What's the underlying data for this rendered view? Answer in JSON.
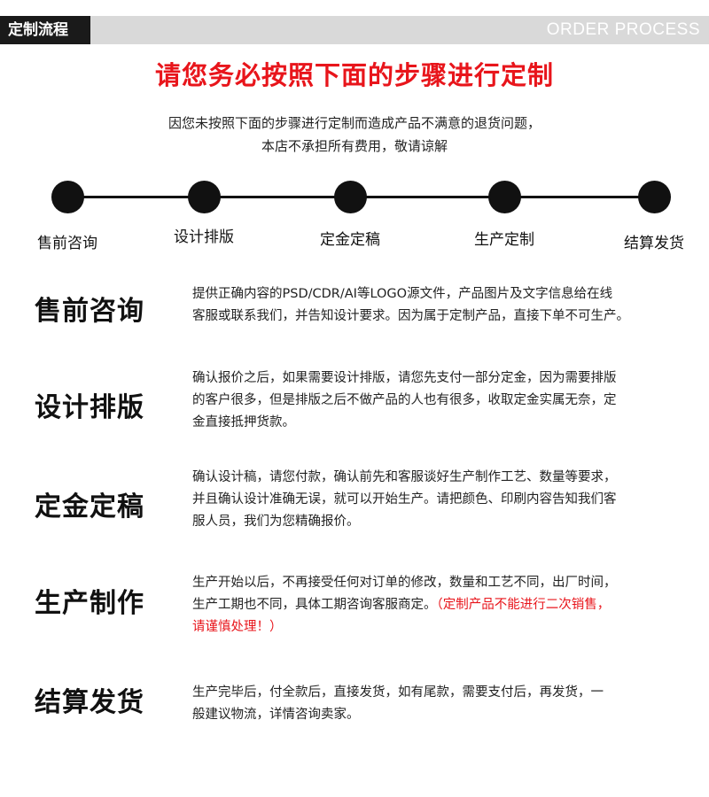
{
  "header": {
    "label": "定制流程",
    "english": "ORDER PROCESS"
  },
  "title": "请您务必按照下面的步骤进行定制",
  "notice": {
    "line1": "因您未按照下面的步骤进行定制而造成产品不满意的退货问题，",
    "line2": "本店不承担所有费用，敬请谅解"
  },
  "steps": [
    {
      "label": "售前咨询"
    },
    {
      "label": "设计排版"
    },
    {
      "label": "定金定稿"
    },
    {
      "label": "生产定制"
    },
    {
      "label": "结算发货"
    }
  ],
  "details": [
    {
      "title": "售前咨询",
      "lines": [
        "提供正确内容的PSD/CDR/AI等LOGO源文件，产品图片及文字信息给在线",
        "客服或联系我们，并告知设计要求。因为属于定制产品，直接下单不可生产。"
      ]
    },
    {
      "title": "设计排版",
      "lines": [
        "确认报价之后，如果需要设计排版，请您先支付一部分定金，因为需要排版",
        "的客户很多，但是排版之后不做产品的人也有很多，收取定金实属无奈，定",
        "金直接抵押货款。"
      ]
    },
    {
      "title": "定金定稿",
      "lines": [
        "确认设计稿，请您付款，确认前先和客服谈好生产制作工艺、数量等要求，",
        "并且确认设计准确无误，就可以开始生产。请把颜色、印刷内容告知我们客",
        "服人员，我们为您精确报价。"
      ]
    },
    {
      "title": "生产制作",
      "line1": "生产开始以后，不再接受任何对订单的修改，数量和工艺不同，出厂时间，",
      "line2_normal": "生产工期也不同，具体工期咨询客服商定。",
      "line2_red": "（定制产品不能进行二次销售，",
      "line3_red": "请谨慎处理！）"
    },
    {
      "title": "结算发货",
      "lines": [
        "生产完毕后，付全款后，直接发货，如有尾款，需要支付后，再发货，一",
        "般建议物流，详情咨询卖家。"
      ]
    }
  ],
  "colors": {
    "accent_red": "#e8151b",
    "header_dark": "#1a1a1a",
    "header_gray": "#d9d9d9"
  }
}
